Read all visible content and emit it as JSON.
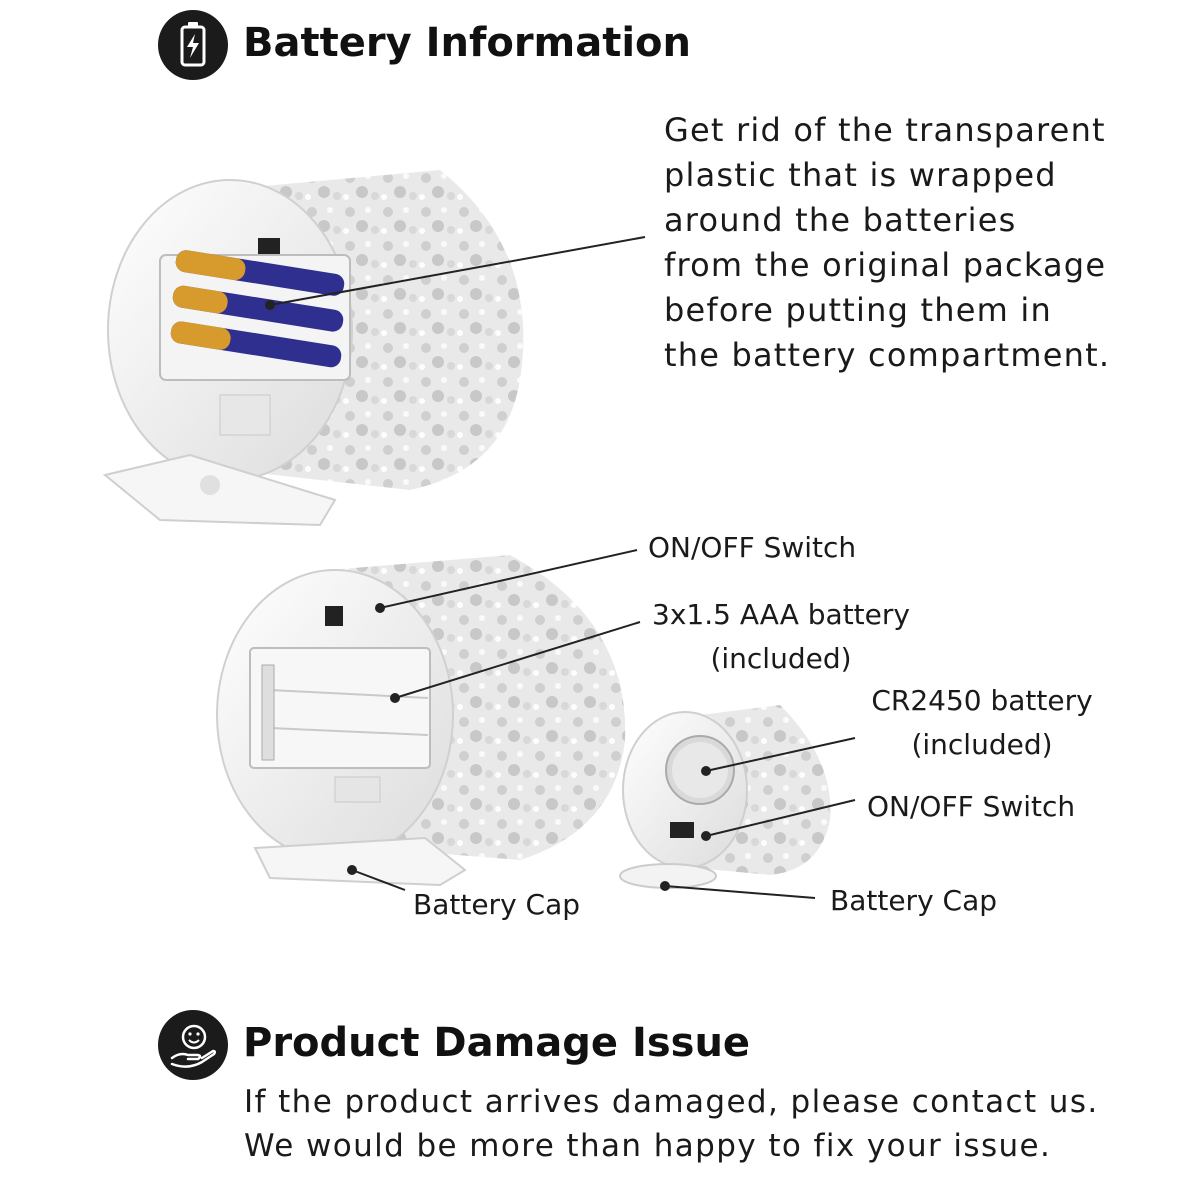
{
  "battery_section": {
    "icon": "battery-charging-icon",
    "title": "Battery Information",
    "description_lines": [
      "Get rid of the transparent",
      "plastic that is wrapped",
      "around the batteries",
      "from the original package",
      "before putting them in",
      "the battery compartment."
    ]
  },
  "diagram_large": {
    "switch_label": "ON/OFF Switch",
    "battery_label_lines": [
      "3x1.5 AAA battery",
      "(included)"
    ],
    "cap_label": "Battery Cap"
  },
  "diagram_small": {
    "battery_label_lines": [
      "CR2450 battery",
      "(included)"
    ],
    "switch_label": "ON/OFF Switch",
    "cap_label": "Battery Cap"
  },
  "damage_section": {
    "icon": "smile-hand-icon",
    "title": "Product Damage Issue",
    "description_lines": [
      "If the product arrives damaged, please contact us.",
      "We would be more than happy to fix your issue."
    ]
  },
  "colors": {
    "icon_background": "#1b1b1b",
    "battery_blue": "#2e2f8f",
    "battery_gold": "#d79a2c",
    "candle_white": "#eeeeee"
  }
}
